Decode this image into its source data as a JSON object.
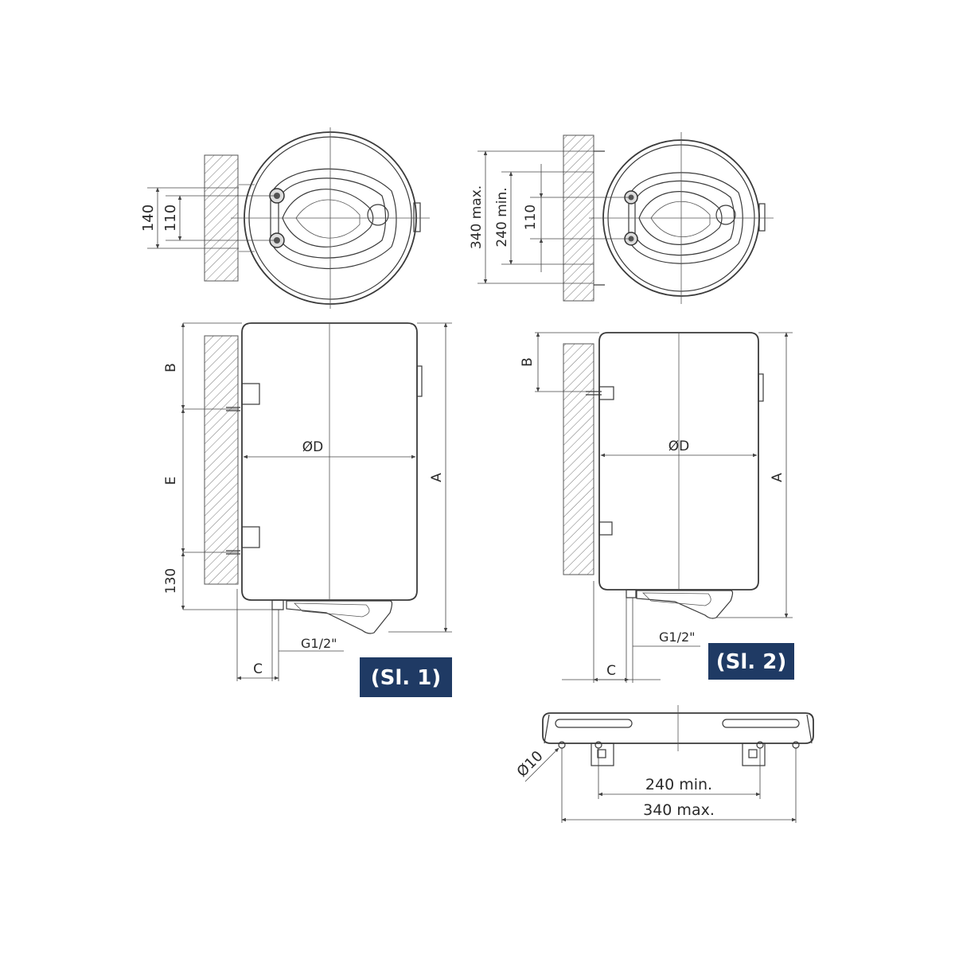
{
  "colors": {
    "line": "#3a3a3a",
    "label_bg": "#1f3a64",
    "label_fg": "#ffffff"
  },
  "fig1": {
    "label": "(Sl. 1)",
    "top": {
      "dim_outer": "140",
      "dim_inner": "110"
    },
    "side": {
      "dim_b": "B",
      "dim_e": "E",
      "dim_bottom": "130",
      "dim_a": "A",
      "dim_d": "ØD",
      "dim_c": "C",
      "thread": "G1/2\""
    }
  },
  "fig2": {
    "label": "(Sl. 2)",
    "top": {
      "dim_max": "340 max.",
      "dim_min": "240 min.",
      "dim_inner": "110"
    },
    "side": {
      "dim_b": "B",
      "dim_a": "A",
      "dim_d": "ØD",
      "dim_c": "C",
      "thread": "G1/2\""
    },
    "bracket": {
      "hole": "Ø10",
      "dim_min": "240 min.",
      "dim_max": "340 max."
    }
  }
}
